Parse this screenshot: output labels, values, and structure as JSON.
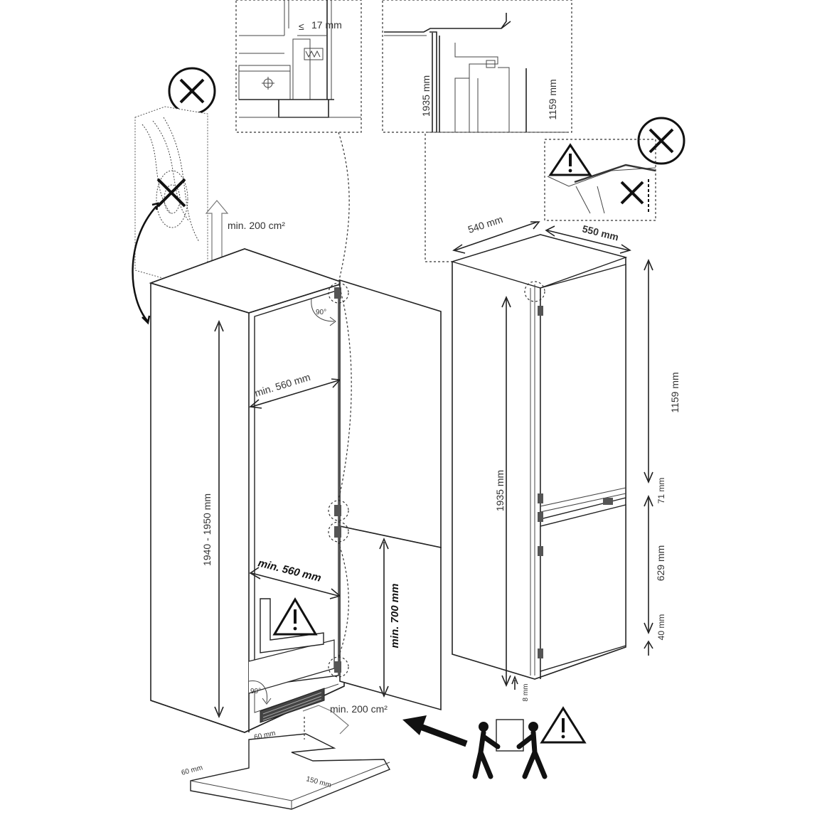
{
  "labels": {
    "clearance_17": "17 mm",
    "le_symbol": "≤",
    "niche_top_height": "1935 mm",
    "upper_hinge_height": "1159 mm",
    "vent_top": "min. 200 cm²",
    "vent_bottom": "min. 200 cm²",
    "angle_top": "90°",
    "angle_bottom": "90°",
    "niche_width_top": "min. 560 mm",
    "niche_width_bottom": "min. 560 mm",
    "niche_height": "1940 - 1950 mm",
    "door_min": "min. 700 mm",
    "depth_540": "540 mm",
    "width_550": "550 mm",
    "appliance_height": "1935 mm",
    "right_1159": "1159 mm",
    "right_71": "71 mm",
    "right_629": "629 mm",
    "right_40": "40 mm",
    "bottom_8": "8 mm",
    "plinth_60a": "60 mm",
    "plinth_60b": "60 mm",
    "plinth_150": "150 mm"
  },
  "icons": {
    "prohibited": "prohibited-x-circle-icon",
    "warning": "warning-triangle-icon",
    "two_person": "two-person-lift-icon"
  }
}
